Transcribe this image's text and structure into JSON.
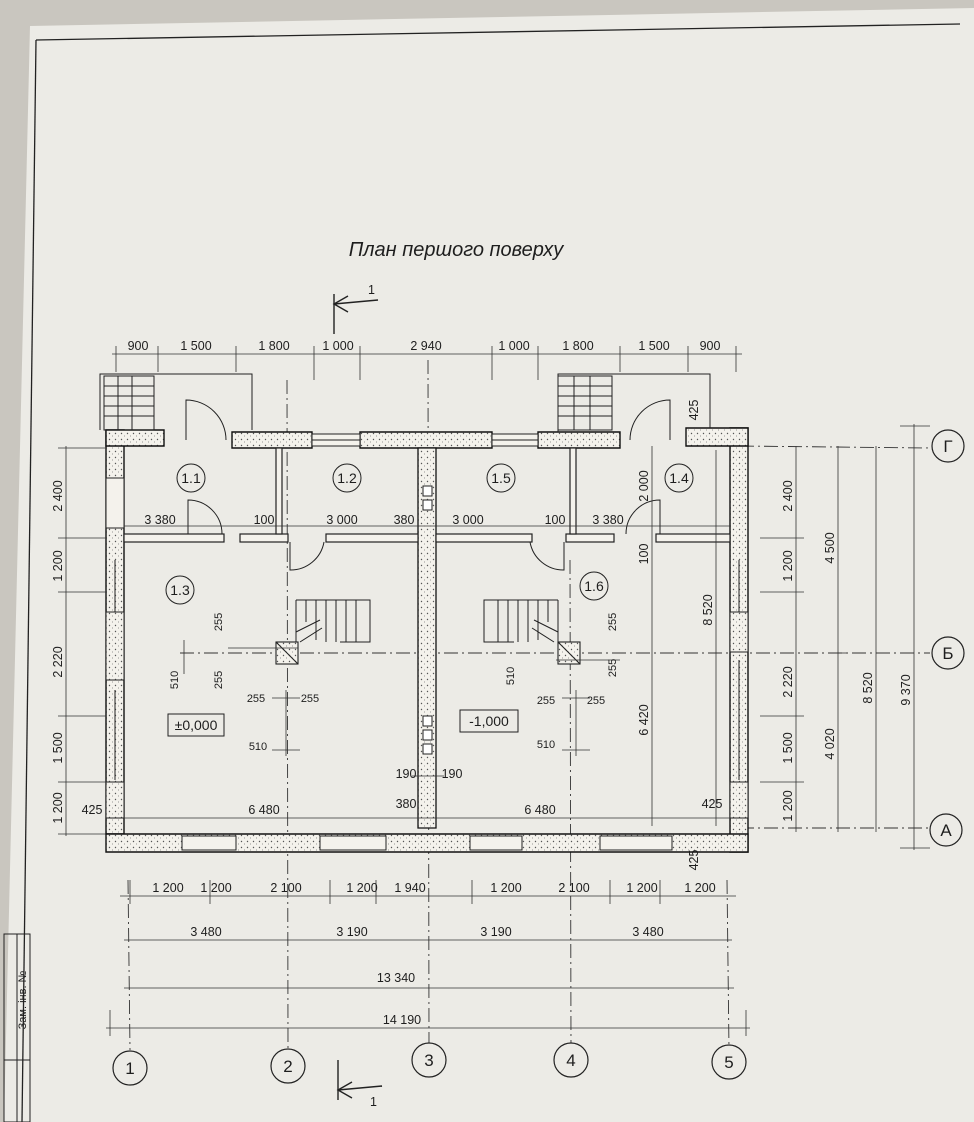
{
  "title": "План першого поверху",
  "section_mark": "1",
  "top_dims": [
    "900",
    "1 500",
    "1 800",
    "1 000",
    "2 940",
    "1 000",
    "1 800",
    "1 500",
    "900"
  ],
  "bottom_dims_row1": [
    "1 200",
    "1 200",
    "2 100",
    "1 200",
    "1 940",
    "1 200",
    "2 100",
    "1 200",
    "1 200"
  ],
  "bottom_dims_row2": [
    "3 480",
    "3 190",
    "3 190",
    "3 480"
  ],
  "bottom_dim_total_inner": "13 340",
  "bottom_dim_total_outer": "14 190",
  "left_dims": [
    "2 400",
    "1 200",
    "2 220",
    "1 500",
    "1 200"
  ],
  "left_small": "425",
  "right_dims_a": [
    "2 400",
    "1 200",
    "2 220",
    "1 500",
    "1 200"
  ],
  "right_dims_b": [
    "4 500",
    "4 020"
  ],
  "right_dim_c": "8 520",
  "right_dim_d": "9 370",
  "right_small_top": "425",
  "right_small_bottom": "425",
  "room_tags": [
    "1.1",
    "1.2",
    "1.5",
    "1.4",
    "1.3",
    "1.6"
  ],
  "inner_dims": {
    "w_3380_l": "3 380",
    "w_100_a": "100",
    "w_3000_l": "3 000",
    "w_380": "380",
    "w_3000_r": "3 000",
    "w_100_b": "100",
    "w_3380_r": "3 380",
    "v_2000": "2 000",
    "v_100": "100",
    "v_6420": "6 420",
    "v_8520": "8 520",
    "d_6480_l": "6 480",
    "d_6480_r": "6 480",
    "d_380_b": "380",
    "d_190_l": "190",
    "d_190_r": "190",
    "d_425_l": "425",
    "d_425_r": "425"
  },
  "column_dims": {
    "l_255_v1": "255",
    "l_255_v2": "255",
    "l_510_v": "510",
    "l_255_h1": "255",
    "l_255_h2": "255",
    "l_510_h": "510",
    "r_255_v1": "255",
    "r_255_v2": "255",
    "r_510_v": "510",
    "r_255_h1": "255",
    "r_255_h2": "255",
    "r_510_h": "510"
  },
  "level_left": "±0,000",
  "level_right": "-1,000",
  "axes_letters": [
    "Г",
    "Б",
    "А"
  ],
  "axes_numbers": [
    "1",
    "2",
    "3",
    "4",
    "5"
  ],
  "stamp_label": "Зам. інв. №"
}
